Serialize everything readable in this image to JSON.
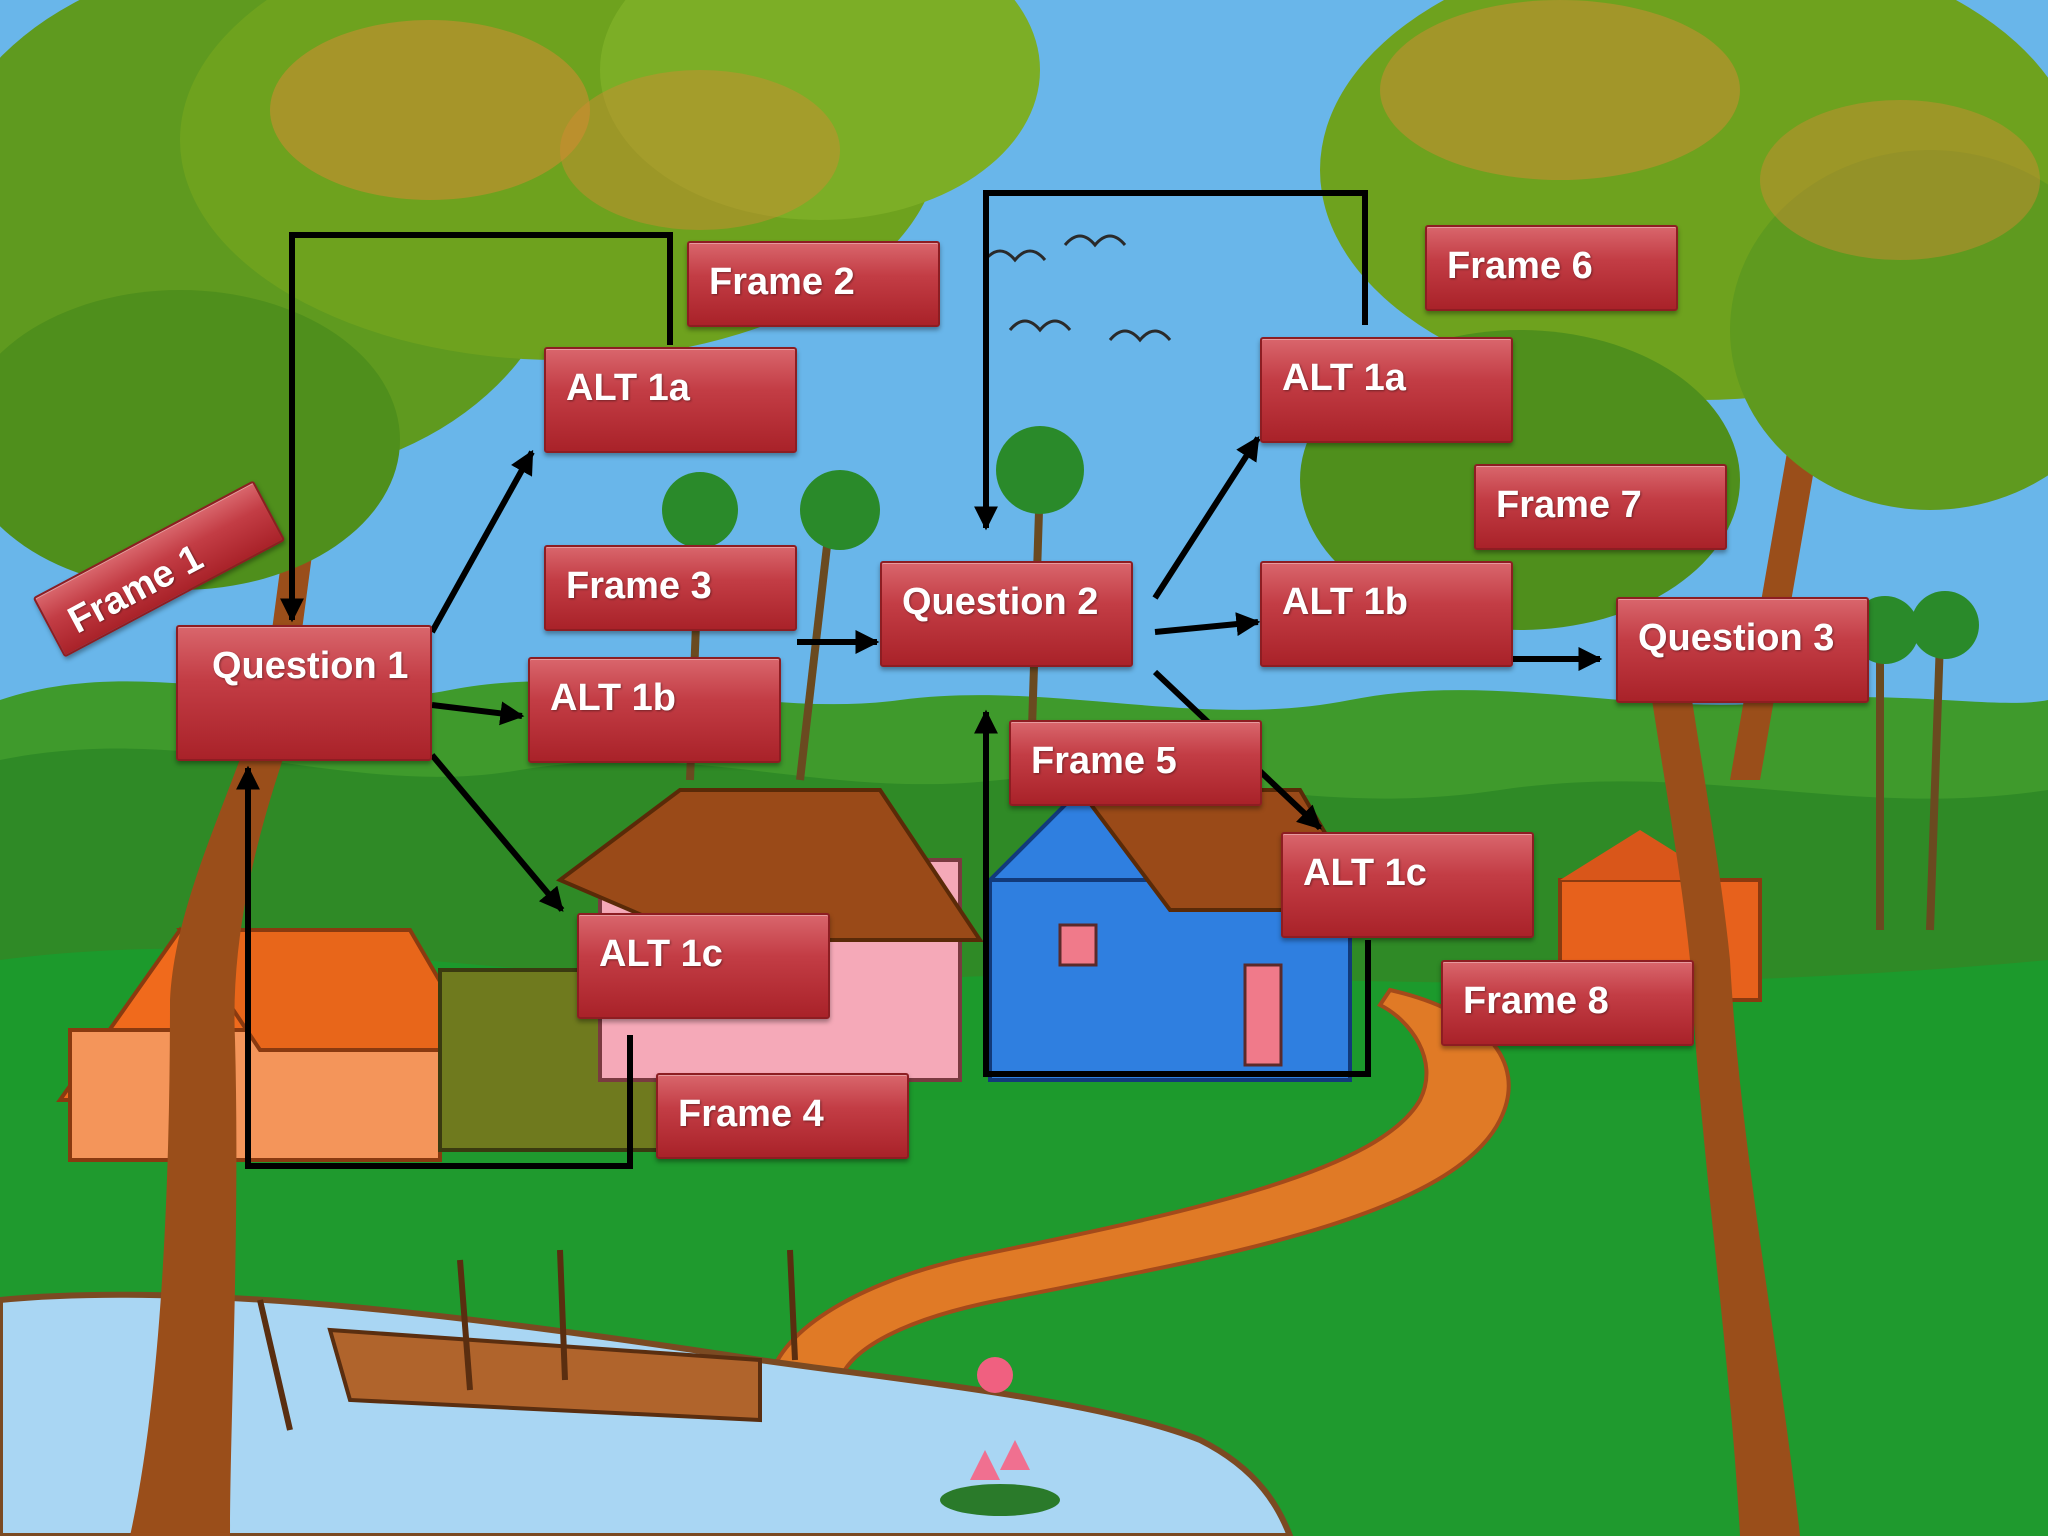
{
  "diagram": {
    "nodes": {
      "frame1": "Frame 1",
      "frame2": "Frame 2",
      "frame3": "Frame 3",
      "frame4": "Frame 4",
      "frame5": "Frame 5",
      "frame6": "Frame 6",
      "frame7": "Frame 7",
      "frame8": "Frame 8",
      "question1": "Question 1",
      "question2": "Question 2",
      "question3": "Question 3",
      "q1_alt1a": "ALT 1a",
      "q1_alt1b": "ALT 1b",
      "q1_alt1c": "ALT 1c",
      "q2_alt1a": "ALT 1a",
      "q2_alt1b": "ALT 1b",
      "q2_alt1c": "ALT 1c"
    },
    "colors": {
      "box": "#c1393f",
      "box_border": "#8d1d22",
      "box_text": "#ffffff",
      "connector": "#000000",
      "sky": "#69b6ea",
      "grass": "#1f9a2e",
      "path": "#e07a26",
      "water": "#a9d6f3"
    }
  }
}
